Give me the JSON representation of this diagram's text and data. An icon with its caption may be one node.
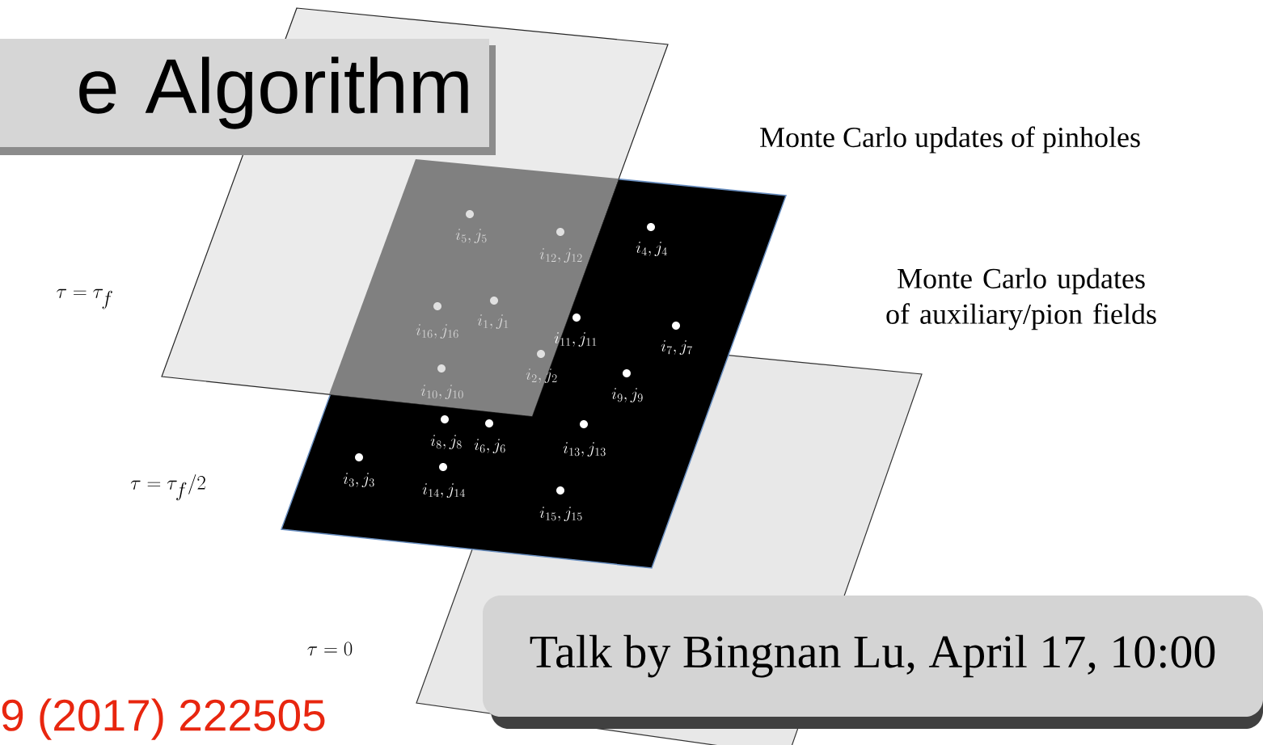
{
  "diagram": {
    "nodes": [
      {
        "text": [
          "e Algorithm"
        ]
      },
      {
        "text": [
          "Talk by Bingnan Lu, April 17, 10:00"
        ]
      }
    ],
    "labels": [
      "Monte Carlo updates of pinholes",
      "i_{5},j_{5}",
      "i_{4},j_{4}",
      "i_{12},j_{12}",
      "Monte Carlo updates of auxiliary/pion fields",
      "\\tau = \\tau_f",
      "i_{1},j_{1}",
      "i_{16},j_{16}",
      "i_{11},j_{11}",
      "i_{7},j_{7}",
      "i_{2},j_{2}",
      "i_{10},j_{10}",
      "i_{9},j_{9}",
      "i_{8},j_{8}",
      "i_{6},j_{6}",
      "i_{13},j_{13}",
      "i_{3},j_{3}",
      "\\tau = \\tau_f/2",
      "i_{14},j_{14}",
      "i_{15},j_{15}",
      "\\tau = 0",
      "9 (2017) 222505"
    ]
  }
}
